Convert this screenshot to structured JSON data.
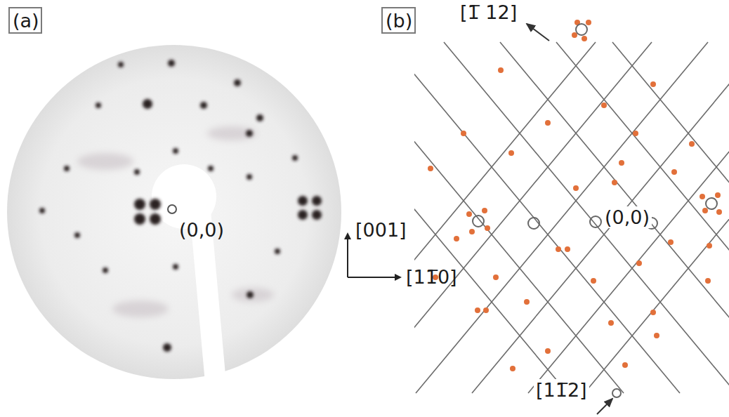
{
  "diagram": {
    "nodes": [
      {
        "text": [
          "(a)"
        ]
      },
      {
        "text": [
          "(b)"
        ]
      }
    ],
    "labels": [
      "(0,0)",
      "[1̅ 12]",
      "[001]",
      "[11̅0]",
      "(0,0)",
      "[11̅2]"
    ]
  }
}
